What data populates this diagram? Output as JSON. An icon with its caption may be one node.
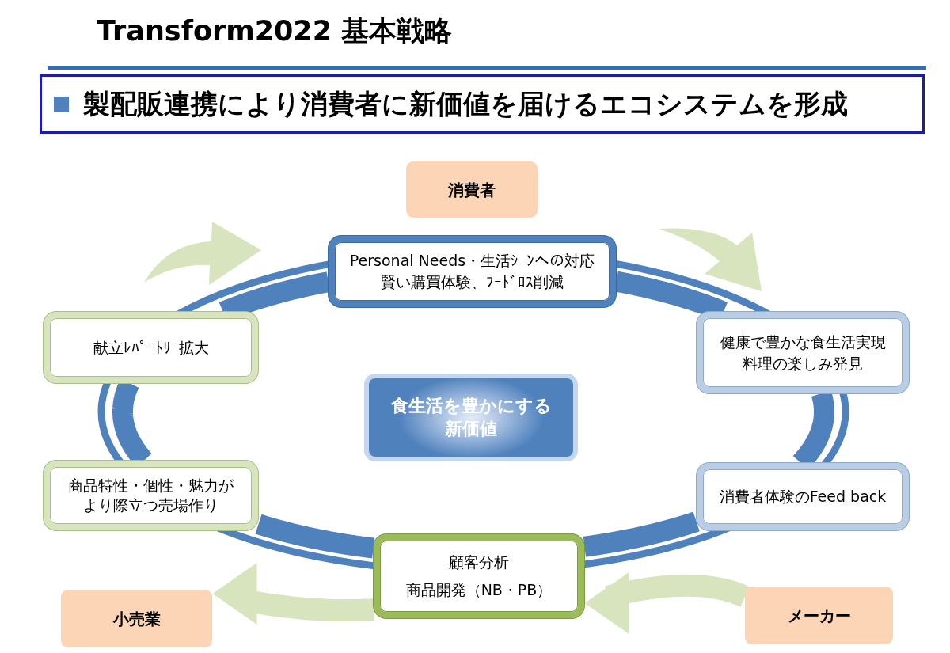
{
  "diagram": {
    "title": "Transform2022 基本戦略",
    "nodes": [
      {
        "text": [
          "製配販連携により消費者に新価値を届けるエコシステムを形成"
        ]
      },
      {
        "text": [
          "消費者"
        ]
      },
      {
        "text": [
          "Personal Needs・生活ｼｰﾝへの対応",
          "賢い購買体験、ﾌｰﾄﾞﾛｽ削減"
        ]
      },
      {
        "text": [
          "献立ﾚﾊﾟｰﾄﾘｰ拡大"
        ]
      },
      {
        "text": [
          "健康で豊かな食生活実現",
          "料理の楽しみ発見"
        ]
      },
      {
        "text": [
          "食生活を豊かにする新価値"
        ]
      },
      {
        "text": [
          "商品特性・個性・魅力がより際立つ売場作り"
        ]
      },
      {
        "text": [
          "消費者体験のFeed back"
        ]
      },
      {
        "text": [
          "顧客分析",
          "商品開発（NB・PB）"
        ]
      },
      {
        "text": [
          "小売業"
        ]
      },
      {
        "text": [
          "メーカー"
        ]
      }
    ],
    "edges": [
      {
        "from": 2,
        "to": 4,
        "arrow": "none"
      },
      {
        "from": 4,
        "to": 7,
        "arrow": "none"
      },
      {
        "from": 7,
        "to": 8,
        "arrow": "none"
      },
      {
        "from": 8,
        "to": 6,
        "arrow": "none"
      },
      {
        "from": 6,
        "to": 3,
        "arrow": "none"
      },
      {
        "from": 3,
        "to": 2,
        "arrow": "none"
      },
      {
        "from": 10,
        "to": 8,
        "arrow": "to",
        "color": "#d7e4bd"
      },
      {
        "from": 8,
        "to": 9,
        "arrow": "to",
        "color": "#d7e4bd"
      }
    ]
  }
}
